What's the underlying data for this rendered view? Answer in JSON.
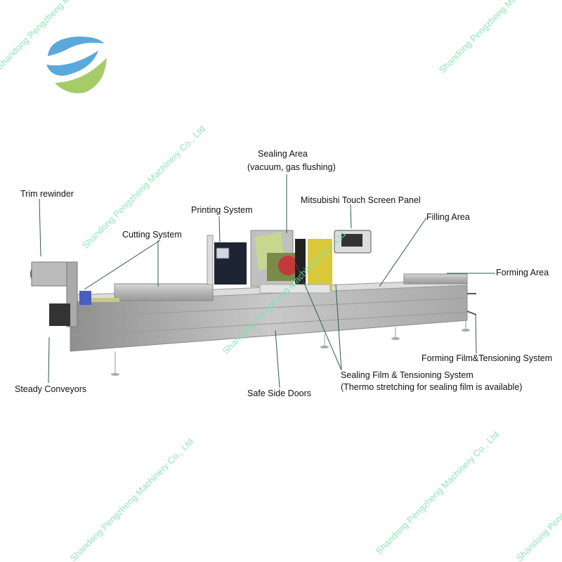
{
  "watermark": "Shandong Pengzheng Machinery Co., Ltd",
  "labels": {
    "sealing_area": "Sealing Area",
    "sealing_area_sub": "(vacuum, gas flushing)",
    "trim_rewinder": "Trim rewinder",
    "printing_system": "Printing System",
    "cutting_system": "Cutting System",
    "touch_screen": "Mitsubishi Touch Screen Panel",
    "filling_area": "Filling Area",
    "forming_area": "Forming Area",
    "forming_film": "Forming Film&Tensioning System",
    "sealing_film": "Sealing Film & Tensioning System",
    "sealing_film_sub": "(Thermo stretching for sealing film is available)",
    "safe_side_doors": "Safe Side Doors",
    "steady_conveyors": "Steady Conveyors"
  },
  "colors": {
    "logo_blue": "#5aa9dc",
    "logo_green": "#a6cc6a",
    "watermark": "#7fe0b0",
    "leader": "#2d5a52"
  }
}
